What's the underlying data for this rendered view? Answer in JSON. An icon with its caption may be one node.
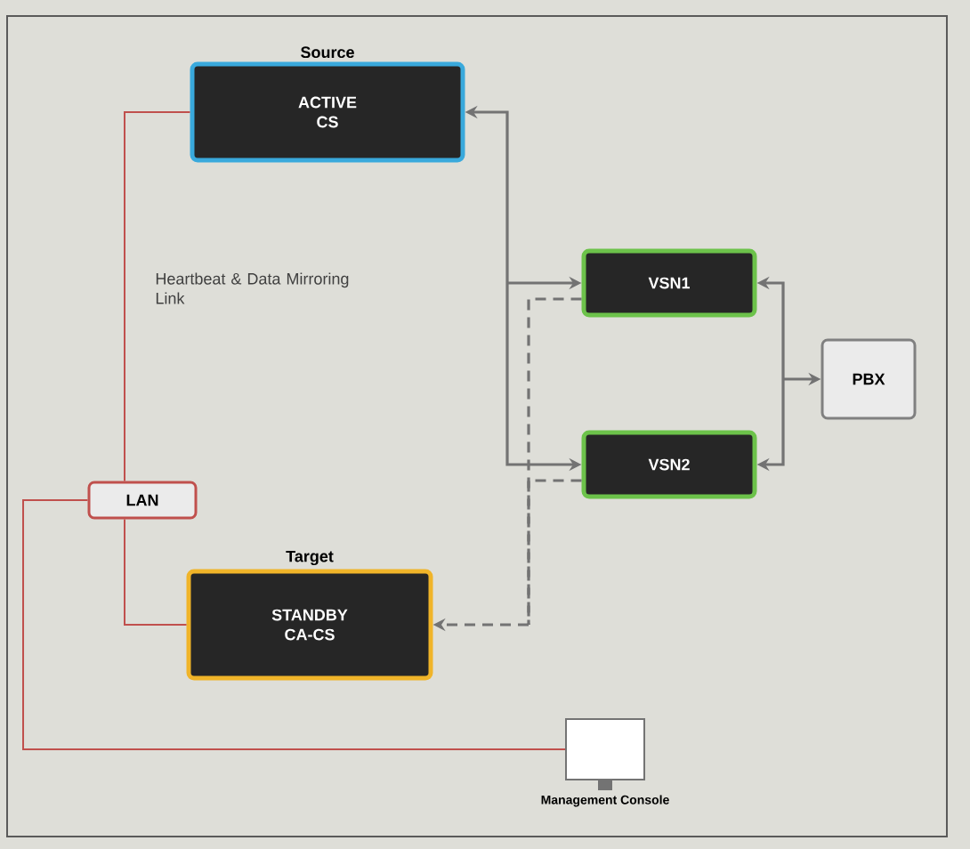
{
  "diagram": {
    "nodes": [
      {
        "text": [
          "ACTIVE CS"
        ],
        "beside": [
          "Source"
        ]
      },
      {
        "text": [
          "VSN1"
        ]
      },
      {
        "text": [
          "VSN2"
        ]
      },
      {
        "text": [
          "PBX"
        ]
      },
      {
        "text": [
          "LAN"
        ]
      },
      {
        "text": [
          "STANDBY CA-CS"
        ],
        "beside": [
          "Target"
        ]
      },
      {
        "text": [],
        "shape": "monitor",
        "beside": [
          "Management Console"
        ]
      }
    ],
    "edges": [
      {
        "from": 0,
        "to": 1,
        "arrow": "both"
      },
      {
        "from": 0,
        "to": 2,
        "arrow": "both"
      },
      {
        "from": 1,
        "to": 5,
        "arrow": "to",
        "style": "dashed"
      },
      {
        "from": 2,
        "to": 5,
        "arrow": "to",
        "style": "dashed"
      },
      {
        "from": 1,
        "to": 3,
        "arrow": "both"
      },
      {
        "from": 2,
        "to": 3,
        "arrow": "both"
      },
      {
        "from": 0,
        "to": 4,
        "arrow": "none",
        "color": "#c0504d"
      },
      {
        "from": 4,
        "to": 5,
        "arrow": "none",
        "color": "#c0504d"
      },
      {
        "from": 4,
        "to": 6,
        "arrow": "none",
        "color": "#c0504d"
      }
    ],
    "labels": [
      "Heartbeat & Data Mirroring Link"
    ]
  }
}
